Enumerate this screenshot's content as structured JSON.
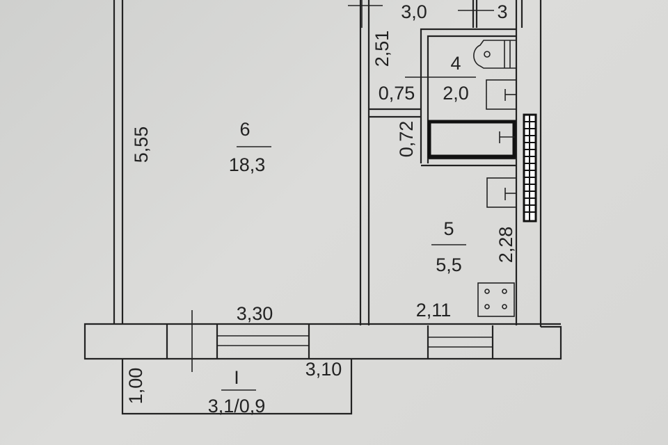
{
  "rooms": [
    {
      "number": "6",
      "area": "18,3"
    },
    {
      "number": "4",
      "area": "2,0"
    },
    {
      "number": "5",
      "area": "5,5"
    },
    {
      "number": "I",
      "area": "3,1/0,9"
    }
  ],
  "top_labels": {
    "hall_area": "3,0",
    "room_3": "3"
  },
  "dimensions": {
    "room6_height": "5,55",
    "room6_width": "3,30",
    "hall_length": "2,51",
    "hall_width": "0,75",
    "door_width": "0,72",
    "kitchen_width": "2,11",
    "kitchen_length": "2,28",
    "balcony_length": "3,10",
    "balcony_depth": "1,00"
  }
}
